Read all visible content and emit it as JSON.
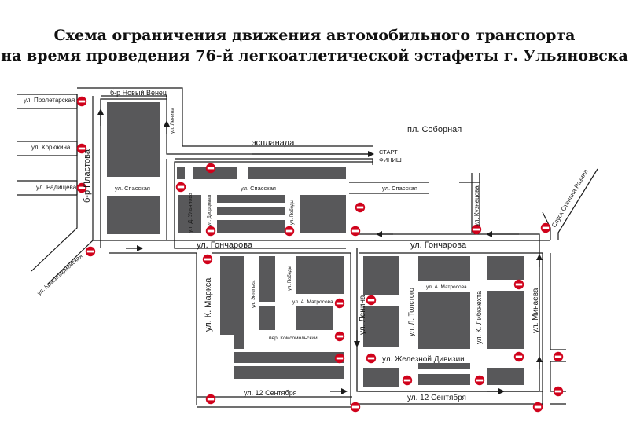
{
  "title": {
    "line1": "Схема ограничения движения автомобильного транспорта",
    "line2": "на время проведения 76-й легкоатлетической эстафеты г. Ульяновска"
  },
  "streets": {
    "proletarskaya": "ул. Пролетарская",
    "koryukina": "ул. Корюкина",
    "radishcheva": "ул. Радищева",
    "krasnoarmeyskaya": "ул. Красноармейская",
    "noviy_venets": "б-р Новый Венец",
    "lenina_small": "ул. Ленина",
    "esplanada": "эспланада",
    "sobornaya": "пл. Соборная",
    "start": "СТАРТ",
    "finish": "ФИНИШ",
    "plastova": "б-р Пластова",
    "spasskaya_left": "ул. Спасская",
    "spasskaya_mid": "ул. Спасская",
    "spasskaya_right": "ул. Спасская",
    "ulyanova": "ул. Д. Ульянова",
    "dvortsovaya": "ул. Дворцовая",
    "pobedy_top": "ул. Победы",
    "kuznetsova": "ул. Кузнецова",
    "razina": "Спуск Степана Разина",
    "goncharova_left": "ул. Гончарова",
    "goncharova_right": "ул. Гончарова",
    "marksa": "ул. К. Маркса",
    "engelsa": "ул. Энгельса",
    "pobedy_bottom": "ул. Победы",
    "matrosova_left": "ул. А. Матросова",
    "matrosova_right": "ул. А. Матросова",
    "komsomolskiy": "пер. Комсомольский",
    "lenina_big": "ул. Ленина",
    "tolstogo": "ул. Л. Толстого",
    "libknekhta": "ул. К. Либкнехта",
    "minaeva": "ул. Минаева",
    "zheleznoy": "ул. Железной Дивизии",
    "sentyabrya_left": "ул. 12 Сентября",
    "sentyabrya_right": "ул. 12 Сентября"
  },
  "icons": {
    "no_entry": "no-entry-sign-icon",
    "arrow": "route-arrow-icon"
  },
  "colors": {
    "block": "#58585a",
    "sign": "#d0021b",
    "road": "#1a1a1a"
  }
}
